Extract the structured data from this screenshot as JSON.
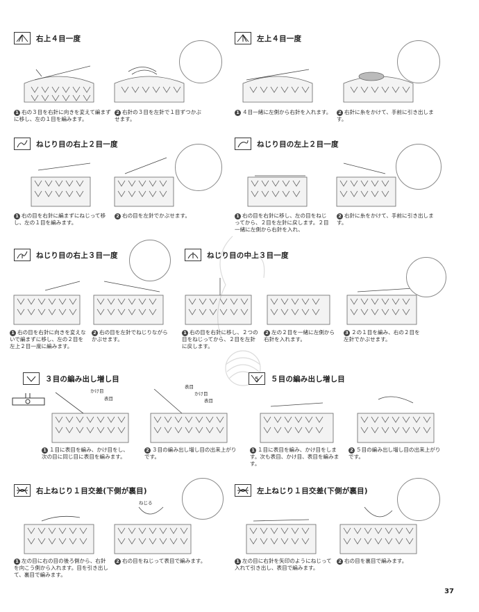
{
  "page_number": "37",
  "sections": [
    {
      "title": "右上４目一度",
      "captions": [
        "右の３目を右針に向きを変えて編まずに移し、左の１目を編みます。",
        "右針の３目を左針で１目ずつかぶせます。"
      ]
    },
    {
      "title": "左上４目一度",
      "captions": [
        "４目一緒に左側から右針を入れます。",
        "右針に糸をかけて、手前に引き出します。"
      ]
    },
    {
      "title": "ねじり目の右上２目一度",
      "captions": [
        "右の目を右針に編まずにねじって移し、左の１目を編みます。",
        "右の目を左針でかぶせます。"
      ]
    },
    {
      "title": "ねじり目の左上２目一度",
      "captions": [
        "右の目を右針に移し、左の目をねじってから、２目を左針に戻します。２目一緒に左側から右針を入れ、",
        "右針に糸をかけて、手前に引き出します。"
      ]
    },
    {
      "title": "ねじり目の右上３目一度",
      "captions": [
        "右の目を右針に向きを変えないで編まずに移し、左の２目を左上２目一度に編みます。",
        "右の目を左針でねじりながらかぶせます。"
      ]
    },
    {
      "title": "ねじり目の中上３目一度",
      "captions": [
        "右の目を右針に移し、２つの目をねじってから、２目を左針に戻します。",
        "左の２目を一緒に左側から右針を入れます。",
        "２の１目を編み、右の２目を左針でかぶせます。"
      ]
    },
    {
      "title": "３目の編み出し増し目",
      "labels": [
        "かけ目",
        "表目",
        "表目",
        "かけ目",
        "表目"
      ],
      "captions": [
        "１目に表目を編み、かけ目をし、次の目に同じ目に表目を編みます。",
        "３目の編み出し増し目の出来上がりです。"
      ]
    },
    {
      "title": "５目の編み出し増し目",
      "captions": [
        "１目に表目を編み、かけ目をします。次も表目、かけ目、表目を編みます。",
        "５目の編み出し増し目の出来上がりです。"
      ]
    },
    {
      "title": "右上ねじり１目交差(下側が裏目)",
      "labels": [
        "ねじる"
      ],
      "captions": [
        "左の目に右の目の後ろ側から、右針を向こう側から入れます。目を引き出して、裏目で編みます。",
        "右の目をねじって表目で編みます。"
      ]
    },
    {
      "title": "左上ねじり１目交差(下側が裏目)",
      "captions": [
        "左の目に右針を矢印のようにねじって入れて引き出し、表目で編みます。",
        "右の目を裏目で編みます。"
      ]
    }
  ],
  "numbers": [
    "1",
    "2",
    "3"
  ]
}
